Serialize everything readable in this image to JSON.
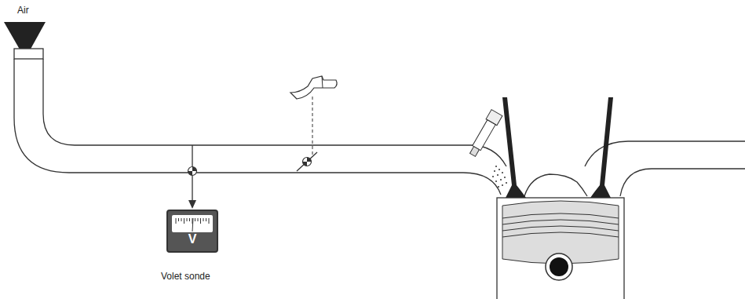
{
  "diagram": {
    "nodes": [
      {
        "text": [
          "V"
        ]
      }
    ],
    "labels": [
      "Air",
      "Volet sonde"
    ]
  }
}
